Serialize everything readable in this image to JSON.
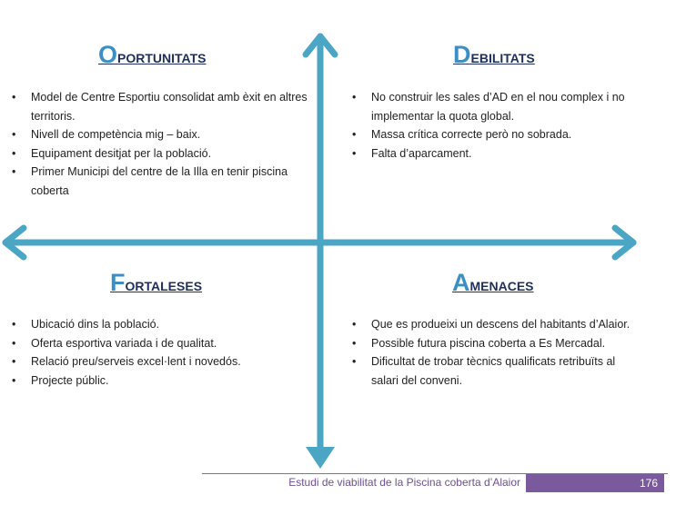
{
  "quadrants": {
    "oportunitats": {
      "initial": "O",
      "rest": "PORTUNITATS",
      "items": [
        "Model de Centre Esportiu consolidat amb èxit en altres territoris.",
        "Nivell de competència mig – baix.",
        "Equipament  desitjat per la població.",
        "Primer Municipi  del centre de la Illa en tenir piscina coberta"
      ]
    },
    "debilitats": {
      "initial": "D",
      "rest": "EBILITATS",
      "items": [
        "No construir les sales d’AD en el nou complex i no implementar la quota global.",
        "Massa crítica correcte però no sobrada.",
        "Falta d’aparcament."
      ]
    },
    "fortaleses": {
      "initial": "F",
      "rest": "ORTALESES",
      "items": [
        "Ubicació dins la població.",
        "Oferta esportiva variada i de qualitat.",
        "Relació preu/serveis excel·lent i novedós.",
        "Projecte  públic."
      ]
    },
    "amenaces": {
      "initial": "A",
      "rest": "MENACES",
      "items": [
        "Que es produeixi un descens  del habitants d’Alaior.",
        "Possible futura piscina coberta a Es Mercadal.",
        "Dificultat de trobar tècnics qualificats  retribuïts al salari del conveni."
      ]
    }
  },
  "footer": {
    "title": "Estudi de viabilitat de la Piscina coberta d’Alaior",
    "page": "176"
  },
  "colors": {
    "axis": "#4aa6c4",
    "accent": "#3b8fc4",
    "footer": "#7a5a9c"
  }
}
